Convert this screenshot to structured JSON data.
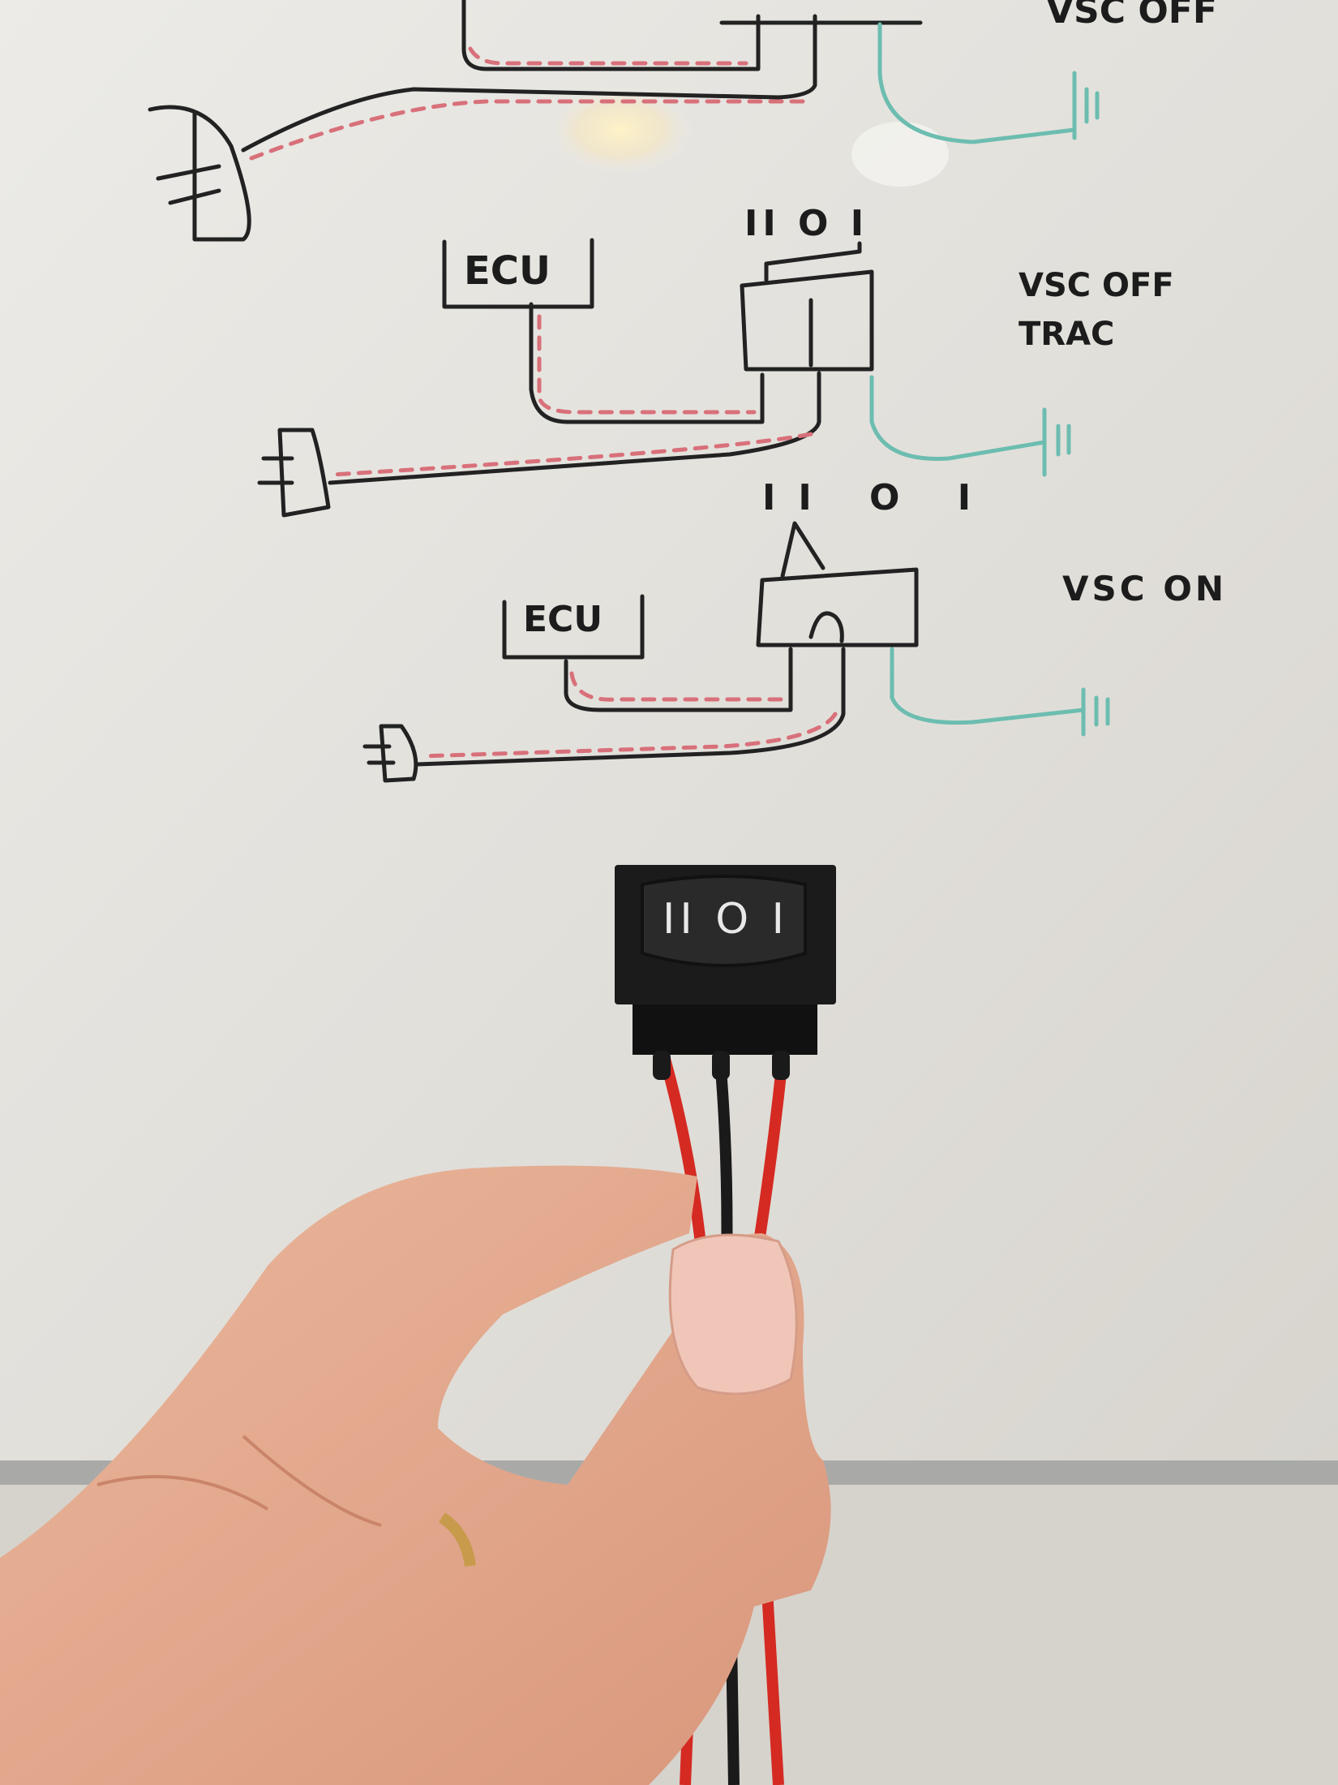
{
  "whiteboard": {
    "diagram_top": {
      "label": "VSC OFF"
    },
    "diagram_middle": {
      "ecu_label": "ECU",
      "switch_positions": "II O I",
      "label_line1": "VSC OFF",
      "label_line2": "TRAC"
    },
    "diagram_bottom": {
      "ecu_label": "ECU",
      "switch_positions": "II O I",
      "label": "VSC ON"
    }
  },
  "rocker_switch": {
    "markings": "II O I",
    "wire_colors": [
      "#d42a22",
      "#1a1a1a",
      "#d42a22"
    ]
  },
  "colors": {
    "board": "#e9e7e2",
    "ink": "#222222",
    "red_marker": "#d8707a",
    "teal_marker": "#6cbdb0",
    "skin": "#e8b9a0"
  }
}
